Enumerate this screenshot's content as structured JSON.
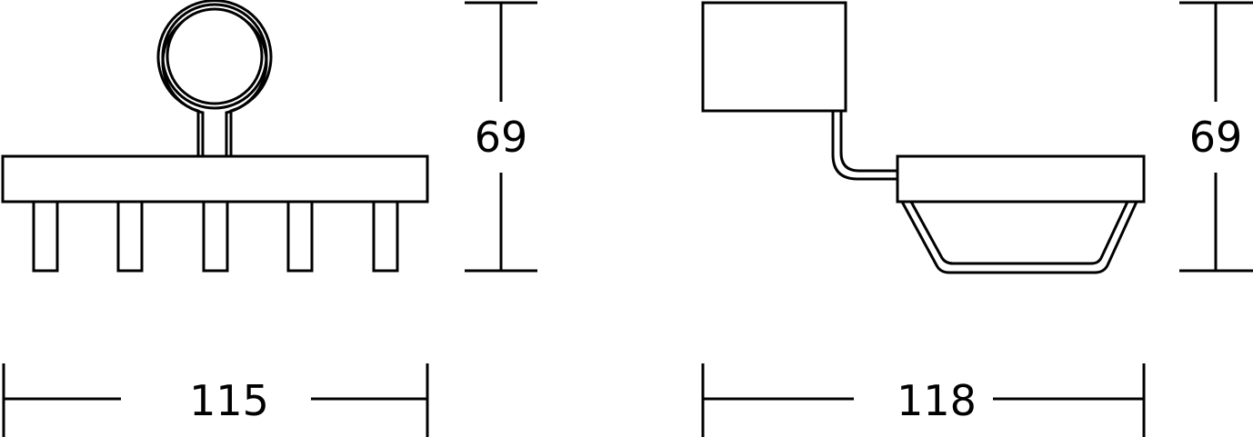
{
  "front_view": {
    "height_label": "69",
    "width_label": "115"
  },
  "side_view": {
    "height_label": "69",
    "width_label": "118"
  },
  "colors": {
    "line": "#000000",
    "background": "#ffffff"
  }
}
